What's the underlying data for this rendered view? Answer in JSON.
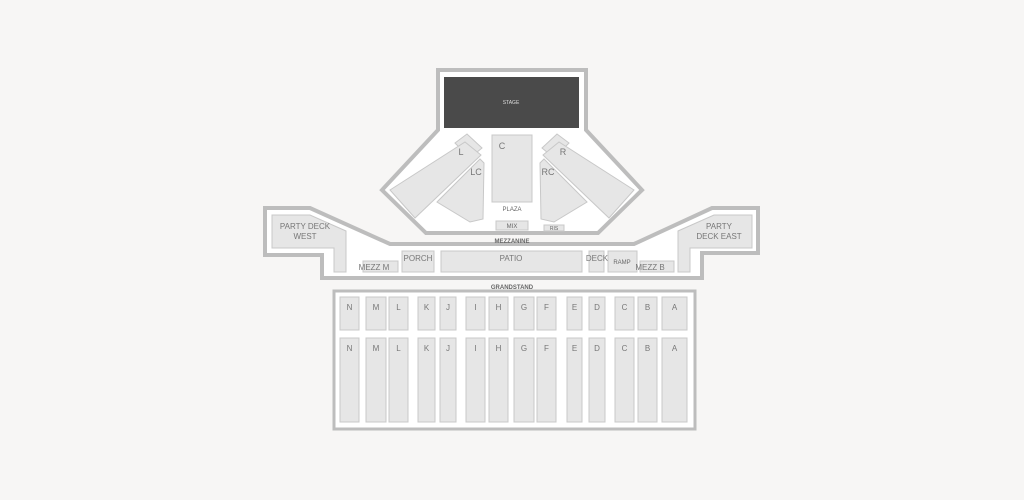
{
  "venue_map": {
    "stage": "STAGE",
    "floor": {
      "c": "C",
      "l": "L",
      "lc": "LC",
      "r": "R",
      "rc": "RC",
      "plaza": "PLAZA",
      "mix": "MIX",
      "ris": "RIS"
    },
    "mezzanine": {
      "label": "MEZZANINE",
      "party_deck_west": "PARTY DECK WEST",
      "party_deck_east": "PARTY DECK EAST",
      "porch": "PORCH",
      "patio": "PATIO",
      "deck": "DECK",
      "ramp": "RAMP",
      "mezz_m": "MEZZ M",
      "mezz_b": "MEZZ B"
    },
    "grandstand": {
      "label": "GRANDSTAND",
      "sections": [
        "N",
        "M",
        "L",
        "K",
        "J",
        "I",
        "H",
        "G",
        "F",
        "E",
        "D",
        "C",
        "B",
        "A"
      ]
    },
    "colors": {
      "section": "#e6e6e6",
      "stage": "#4a4a4a",
      "outline": "#bdbdbd",
      "background": "#f7f6f5"
    }
  }
}
